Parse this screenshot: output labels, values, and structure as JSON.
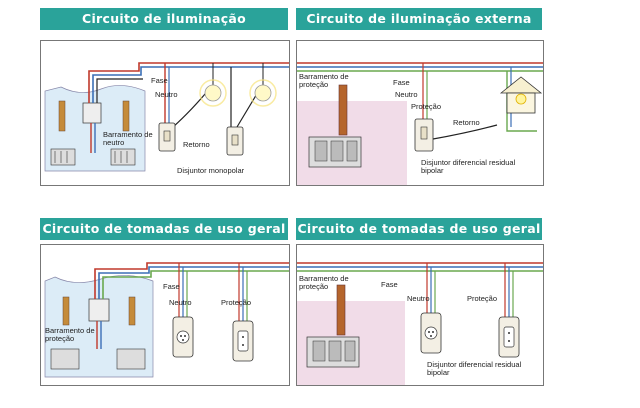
{
  "panels": {
    "top_left": {
      "title": "Circuito de iluminação",
      "labels": {
        "fase": "Fase",
        "neutro": "Neutro",
        "barramento": "Barramento de neutro",
        "retorno": "Retorno",
        "disjuntor": "Disjuntor monopolar"
      }
    },
    "top_right": {
      "title": "Circuito de iluminação externa",
      "labels": {
        "barramento": "Barramento de proteção",
        "fase": "Fase",
        "neutro": "Neutro",
        "protecao": "Proteção",
        "retorno": "Retorno",
        "disjuntor": "Disjuntor diferencial residual bipolar"
      }
    },
    "bottom_left": {
      "title": "Circuito de tomadas de uso geral",
      "labels": {
        "fase": "Fase",
        "neutro": "Neutro",
        "protecao": "Proteção",
        "barramento": "Barramento de proteção"
      }
    },
    "bottom_right": {
      "title": "Circuito de tomadas de uso geral",
      "labels": {
        "barramento": "Barramento de proteção",
        "fase": "Fase",
        "neutro": "Neutro",
        "protecao": "Proteção",
        "disjuntor": "Disjuntor diferencial residual bipolar"
      }
    }
  },
  "colors": {
    "title_bg": "#2aa39a",
    "wire_fase": "#c0392b",
    "wire_neutro": "#3b6fb6",
    "wire_retorno": "#222222",
    "wire_protecao": "#6aa84f",
    "panel_wall_light": "#dcecf7",
    "panel_wall_pink": "#f1dce8"
  }
}
